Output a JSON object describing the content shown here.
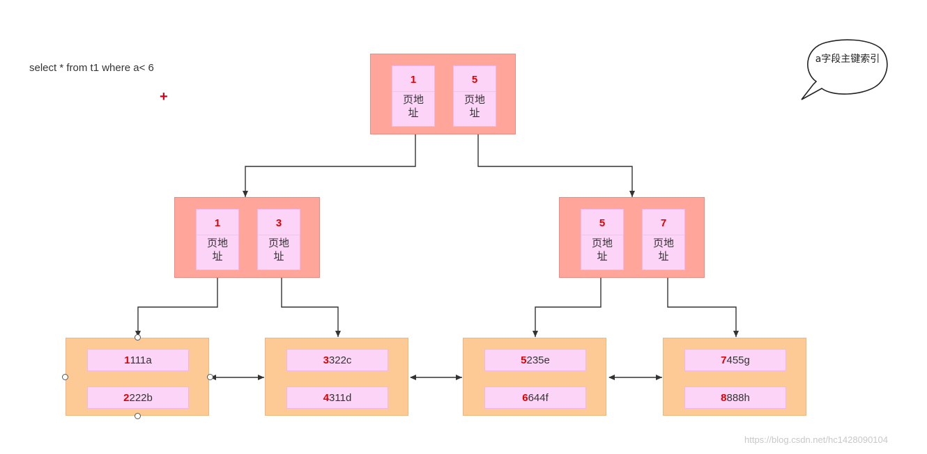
{
  "query": "select * from t1 where a< 6",
  "plus_marker": "+",
  "callout": "a字段主键索引",
  "watermark": "https://blog.csdn.net/hc1428090104",
  "address_label": "页地址",
  "root": {
    "keys": [
      "1",
      "5"
    ]
  },
  "internal": [
    {
      "keys": [
        "1",
        "3"
      ]
    },
    {
      "keys": [
        "5",
        "7"
      ]
    }
  ],
  "leaves": [
    {
      "records": [
        {
          "key": "1",
          "rest": "111a"
        },
        {
          "key": "2",
          "rest": "222b"
        }
      ]
    },
    {
      "records": [
        {
          "key": "3",
          "rest": "322c"
        },
        {
          "key": "4",
          "rest": "311d"
        }
      ]
    },
    {
      "records": [
        {
          "key": "5",
          "rest": "235e"
        },
        {
          "key": "6",
          "rest": "644f"
        }
      ]
    },
    {
      "records": [
        {
          "key": "7",
          "rest": "455g"
        },
        {
          "key": "8",
          "rest": "888h"
        }
      ]
    }
  ],
  "colors": {
    "internal_node": "#ffa59a",
    "leaf_node": "#fdc994",
    "cell": "#fcd4f7",
    "key_text": "#e00000"
  }
}
